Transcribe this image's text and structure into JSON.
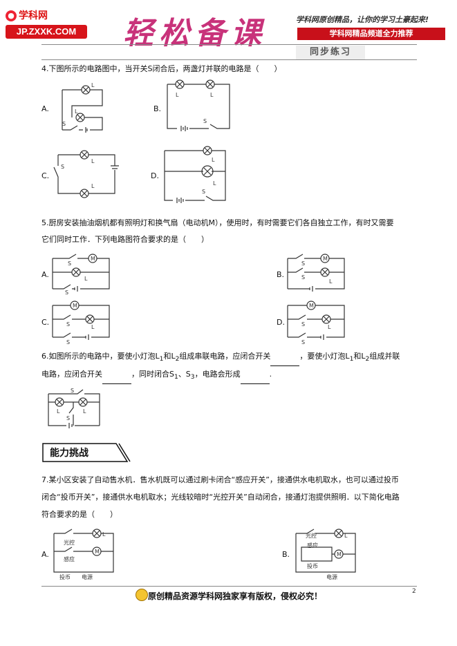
{
  "header": {
    "logo_top": "学科网",
    "logo_url": "JP.ZXXK.COM",
    "brand": "轻松备课",
    "slogan": "学科网原创精品，让你的学习土豪起来!",
    "promo": "学科网精品频道全力推荐",
    "tag": "同步练习"
  },
  "questions": {
    "q4": {
      "stem": "4.下图所示的电路图中，当开关S闭合后，两盏灯并联的电路是（　　）",
      "opts": [
        "A.",
        "B.",
        "C.",
        "D."
      ]
    },
    "q5": {
      "stem1": "5.厨房安装抽油烟机都有照明灯和换气扇（电动机M），使用时，有时需要它们各自独立工作，有时又需要",
      "stem2": "它们同时工作．下列电路图符合要求的是（　　）",
      "opts": [
        "A.",
        "B.",
        "C.",
        "D."
      ]
    },
    "q6": {
      "p1": "6.如图所示的电路中，要使小灯泡L",
      "p1b": "和L",
      "p1c": "组成串联电路，应闭合开关",
      "p1d": "，要使小灯泡L",
      "p1e": "和L",
      "p1f": "组成并联",
      "p2a": "电路，应闭合开关",
      "p2b": "，同时闭合S",
      "p2c": "、S",
      "p2d": "，电路会形成",
      "p2e": "."
    },
    "section": "能力挑战",
    "q7": {
      "stem1": "7.某小区安装了自动售水机．售水机既可以通过刷卡闭合“感应开关”，接通供水电机取水，也可以通过投币",
      "stem2": "闭合“投币开关”，接通供水电机取水；光线较暗时“光控开关”自动闭合，接通灯泡提供照明．以下简化电路",
      "stem3": "符合要求的是（　　）",
      "opts": [
        "A.",
        "B."
      ]
    }
  },
  "labels": {
    "S": "S",
    "L1": "L",
    "L2": "L",
    "sub1": "1",
    "sub2": "2",
    "sub3": "3",
    "M": "M",
    "L": "L",
    "S1": "S",
    "S2": "S",
    "guangkong": "光控",
    "ganying": "感应",
    "toubi": "投币",
    "dianyuan": "电源"
  },
  "footer": {
    "text": "原创精品资源学科网独家享有版权，侵权必究！",
    "page": "2"
  }
}
